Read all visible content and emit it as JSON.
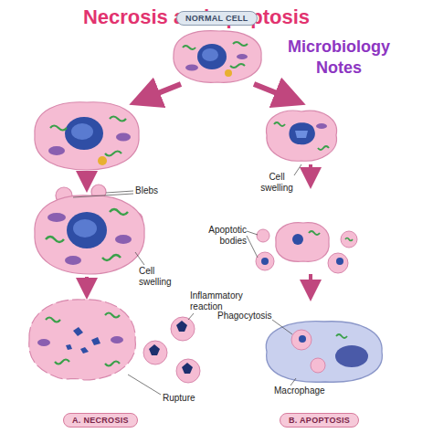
{
  "diagram": {
    "title": "Necrosis and apoptosis",
    "nodes": [
      {
        "text": [
          "NORMAL CELL"
        ]
      },
      {
        "text": [
          "A. NECROSIS"
        ]
      },
      {
        "text": [
          "B. APOPTOSIS"
        ]
      }
    ],
    "labels": [
      "Microbiology Notes",
      "Blebs",
      "Cell swelling",
      "Inflammatory reaction",
      "Rupture",
      "Cell swelling",
      "Apoptotic bodies",
      "Phagocytosis",
      "Macrophage"
    ]
  }
}
